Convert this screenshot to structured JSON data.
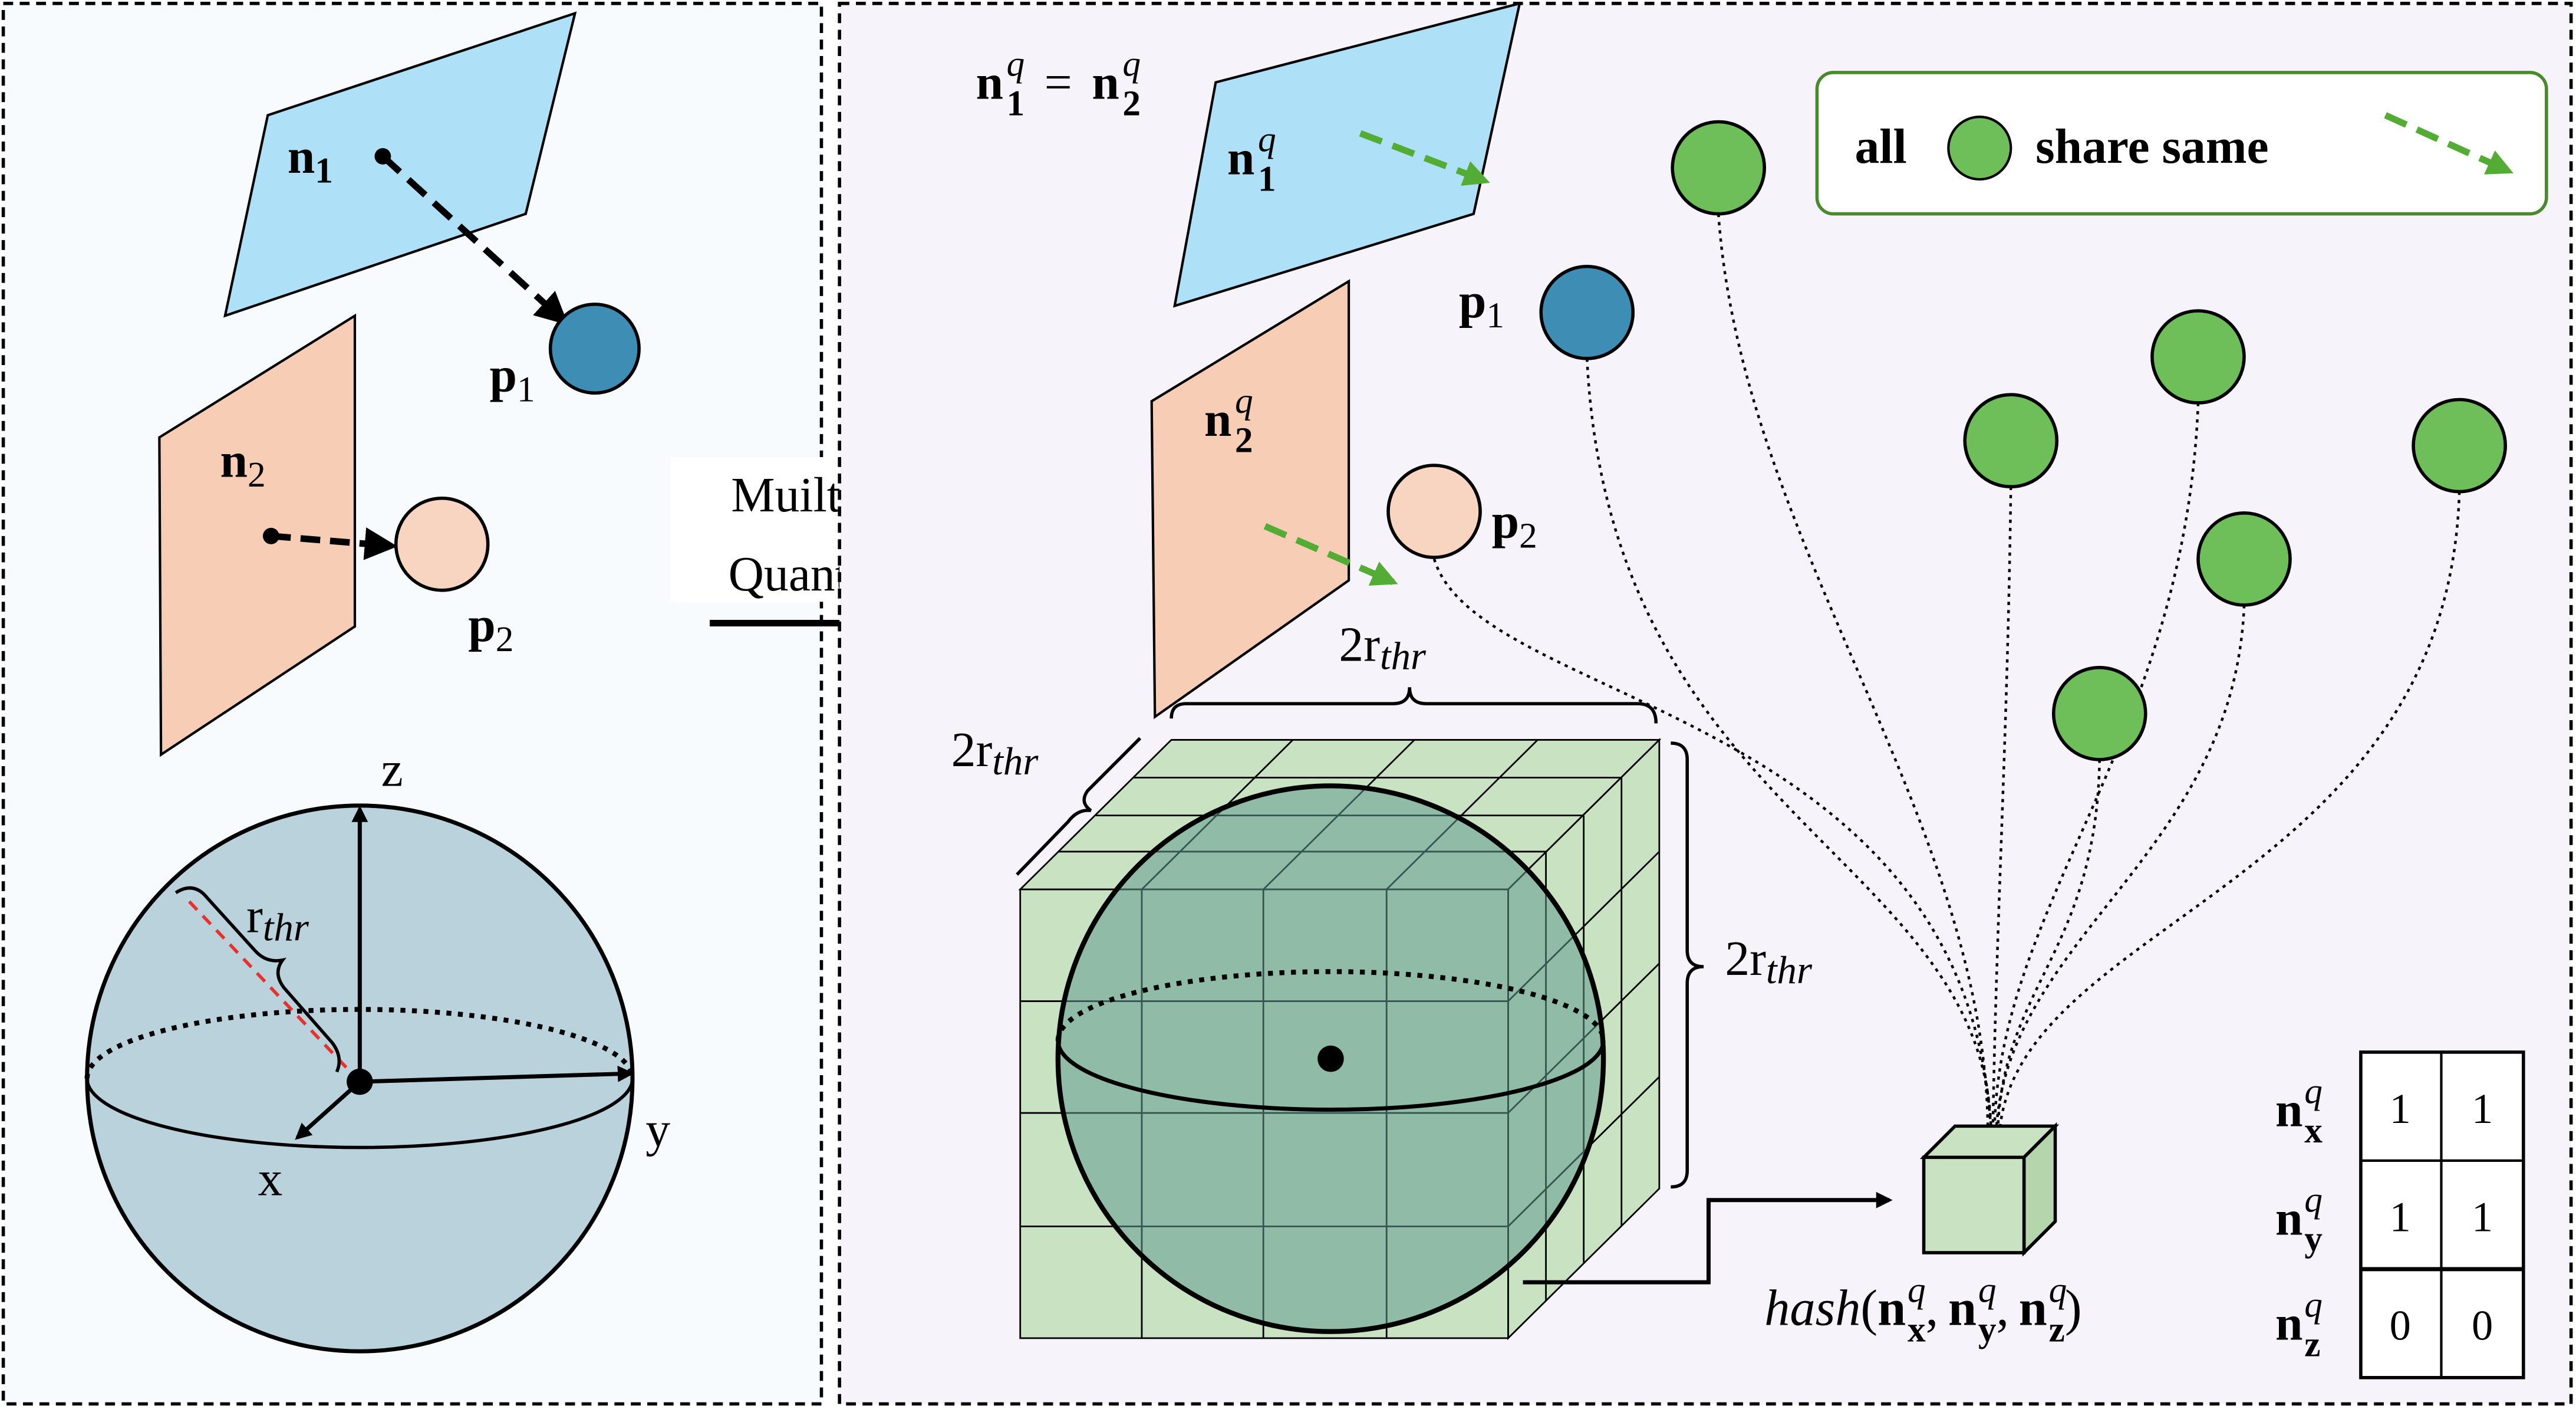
{
  "left_panel": {
    "plane1_label": "n",
    "plane1_sub": "1",
    "plane2_label": "n",
    "plane2_sub": "2",
    "point1_label": "p",
    "point1_sub": "1",
    "point2_label": "p",
    "point2_sub": "2",
    "axis_z": "z",
    "axis_x": "x",
    "axis_y": "y",
    "radius_label": "r",
    "radius_sub": "thr"
  },
  "arrow_text": {
    "line1": "Muilt-bits",
    "line2": "Quantized"
  },
  "right_panel": {
    "equation": {
      "lhs": "n",
      "lhs_sup": "q",
      "lhs_sub": "1",
      "eq": "=",
      "rhs": "n",
      "rhs_sup": "q",
      "rhs_sub": "2"
    },
    "plane1_label": "n",
    "plane1_sup": "q",
    "plane1_sub": "1",
    "plane2_label": "n",
    "plane2_sup": "q",
    "plane2_sub": "2",
    "point1_label": "p",
    "point1_sub": "1",
    "point2_label": "p",
    "point2_sub": "2",
    "cube_top_label": "2r",
    "cube_top_sub": "thr",
    "cube_left_label": "2r",
    "cube_left_sub": "thr",
    "cube_right_label": "2r",
    "cube_right_sub": "thr",
    "hash": {
      "func": "hash",
      "open": "(",
      "a": "n",
      "a_sup": "q",
      "a_sub": "x",
      "sep1": ",",
      "b": "n",
      "b_sup": "q",
      "b_sub": "y",
      "sep2": ",",
      "c": "n",
      "c_sup": "q",
      "c_sub": "z",
      "close": ")"
    },
    "legend": {
      "word1": "all",
      "word2": "share same"
    },
    "bits_table": [
      {
        "label": "n",
        "sup": "q",
        "sub": "x",
        "bits": [
          "1",
          "1"
        ]
      },
      {
        "label": "n",
        "sup": "q",
        "sub": "y",
        "bits": [
          "1",
          "1"
        ]
      },
      {
        "label": "n",
        "sup": "q",
        "sub": "z",
        "bits": [
          "0",
          "0"
        ]
      }
    ]
  },
  "colors": {
    "plane_blue": "#aee0f7",
    "plane_peach": "#f7cdb6",
    "point_blue": "#3d8db5",
    "point_peach": "#f8d5c0",
    "green_node": "#6ebf59",
    "green_arrow": "#53ad35",
    "sphere_left": "#b9d2dc",
    "sphere_right": "#5e9b92",
    "cube_fill": "#c9e3c2",
    "panel_bg": "#f6f4fa",
    "left_bg": "#f8fbfd"
  }
}
